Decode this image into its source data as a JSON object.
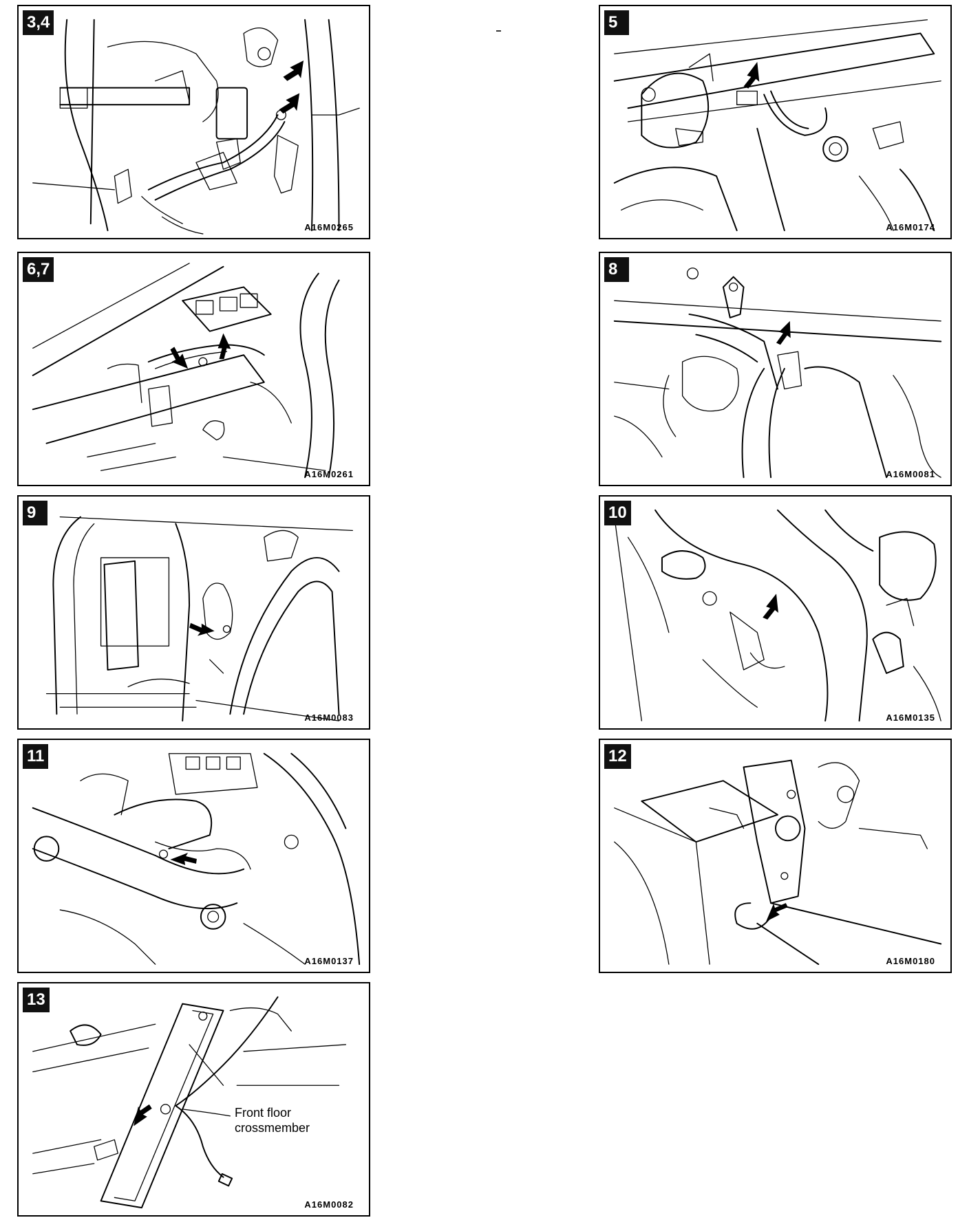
{
  "panels": [
    {
      "step": "3,4",
      "code": "A16M0265"
    },
    {
      "step": "5",
      "code": "A16M0174"
    },
    {
      "step": "6,7",
      "code": "A16M0261"
    },
    {
      "step": "8",
      "code": "A16M0081"
    },
    {
      "step": "9",
      "code": "A16M0083"
    },
    {
      "step": "10",
      "code": "A16M0135"
    },
    {
      "step": "11",
      "code": "A16M0137"
    },
    {
      "step": "12",
      "code": "A16M0180"
    },
    {
      "step": "13",
      "code": "A16M0082"
    }
  ],
  "callouts": {
    "front_floor_line1": "Front floor",
    "front_floor_line2": "crossmember"
  }
}
